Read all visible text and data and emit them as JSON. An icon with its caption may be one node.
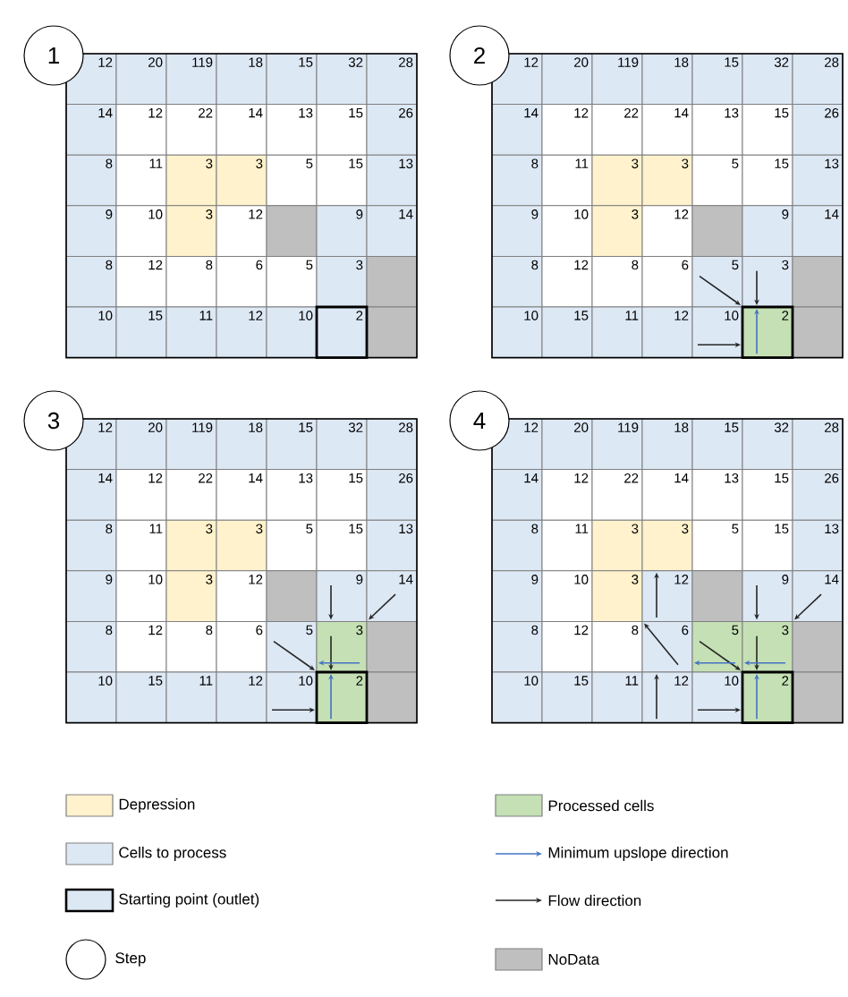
{
  "diagram": {
    "nodes": [
      {
        "text": [
          "1"
        ]
      },
      {
        "text": [
          "12"
        ]
      },
      {
        "text": [
          "20"
        ]
      },
      {
        "text": [
          "119"
        ]
      },
      {
        "text": [
          "18"
        ]
      },
      {
        "text": [
          "15"
        ]
      },
      {
        "text": [
          "32"
        ]
      },
      {
        "text": [
          "28"
        ]
      },
      {
        "text": [
          "14"
        ]
      },
      {
        "text": [
          "12"
        ]
      },
      {
        "text": [
          "22"
        ]
      },
      {
        "text": [
          "14"
        ]
      },
      {
        "text": [
          "13"
        ]
      },
      {
        "text": [
          "15"
        ]
      },
      {
        "text": [
          "26"
        ]
      },
      {
        "text": [
          "8"
        ]
      },
      {
        "text": [
          "11"
        ]
      },
      {
        "text": [
          "3"
        ]
      },
      {
        "text": [
          "3"
        ]
      },
      {
        "text": [
          "5"
        ]
      },
      {
        "text": [
          "15"
        ]
      },
      {
        "text": [
          "13"
        ]
      },
      {
        "text": [
          "9"
        ]
      },
      {
        "text": [
          "10"
        ]
      },
      {
        "text": [
          "3"
        ]
      },
      {
        "text": [
          "12"
        ]
      },
      {
        "text": [],
        "shape": "box"
      },
      {
        "text": [
          "9"
        ]
      },
      {
        "text": [
          "14"
        ]
      },
      {
        "text": [
          "8"
        ]
      },
      {
        "text": [
          "12"
        ]
      },
      {
        "text": [
          "8"
        ]
      },
      {
        "text": [
          "6"
        ]
      },
      {
        "text": [
          "5"
        ]
      },
      {
        "text": [
          "3"
        ]
      },
      {
        "text": [],
        "shape": "box"
      },
      {
        "text": [
          "10"
        ]
      },
      {
        "text": [
          "15"
        ]
      },
      {
        "text": [
          "11"
        ]
      },
      {
        "text": [
          "12"
        ]
      },
      {
        "text": [
          "10"
        ]
      },
      {
        "text": [
          "2"
        ]
      },
      {
        "text": [],
        "shape": "box"
      },
      {
        "text": [
          "2"
        ]
      },
      {
        "text": [
          "12"
        ]
      },
      {
        "text": [
          "20"
        ]
      },
      {
        "text": [
          "119"
        ]
      },
      {
        "text": [
          "18"
        ]
      },
      {
        "text": [
          "15"
        ]
      },
      {
        "text": [
          "32"
        ]
      },
      {
        "text": [
          "28"
        ]
      },
      {
        "text": [
          "14"
        ]
      },
      {
        "text": [
          "12"
        ]
      },
      {
        "text": [
          "22"
        ]
      },
      {
        "text": [
          "14"
        ]
      },
      {
        "text": [
          "13"
        ]
      },
      {
        "text": [
          "15"
        ]
      },
      {
        "text": [
          "26"
        ]
      },
      {
        "text": [
          "8"
        ]
      },
      {
        "text": [
          "11"
        ]
      },
      {
        "text": [
          "3"
        ]
      },
      {
        "text": [
          "3"
        ]
      },
      {
        "text": [
          "5"
        ]
      },
      {
        "text": [
          "15"
        ]
      },
      {
        "text": [
          "13"
        ]
      },
      {
        "text": [
          "9"
        ]
      },
      {
        "text": [
          "10"
        ]
      },
      {
        "text": [
          "3"
        ]
      },
      {
        "text": [
          "12"
        ]
      },
      {
        "text": [],
        "shape": "box"
      },
      {
        "text": [
          "9"
        ]
      },
      {
        "text": [
          "14"
        ]
      },
      {
        "text": [
          "8"
        ]
      },
      {
        "text": [
          "12"
        ]
      },
      {
        "text": [
          "8"
        ]
      },
      {
        "text": [
          "6"
        ]
      },
      {
        "text": [
          "5"
        ]
      },
      {
        "text": [
          "3"
        ]
      },
      {
        "text": [],
        "shape": "box"
      },
      {
        "text": [
          "10"
        ]
      },
      {
        "text": [
          "15"
        ]
      },
      {
        "text": [
          "11"
        ]
      },
      {
        "text": [
          "12"
        ]
      },
      {
        "text": [
          "10"
        ]
      },
      {
        "text": [
          "2"
        ]
      },
      {
        "text": [],
        "shape": "box"
      },
      {
        "text": [
          "3"
        ]
      },
      {
        "text": [
          "12"
        ]
      },
      {
        "text": [
          "20"
        ]
      },
      {
        "text": [
          "119"
        ]
      },
      {
        "text": [
          "18"
        ]
      },
      {
        "text": [
          "15"
        ]
      },
      {
        "text": [
          "32"
        ]
      },
      {
        "text": [
          "28"
        ]
      },
      {
        "text": [
          "14"
        ]
      },
      {
        "text": [
          "12"
        ]
      },
      {
        "text": [
          "22"
        ]
      },
      {
        "text": [
          "14"
        ]
      },
      {
        "text": [
          "13"
        ]
      },
      {
        "text": [
          "15"
        ]
      },
      {
        "text": [
          "26"
        ]
      },
      {
        "text": [
          "8"
        ]
      },
      {
        "text": [
          "11"
        ]
      },
      {
        "text": [
          "3"
        ]
      },
      {
        "text": [
          "3"
        ]
      },
      {
        "text": [
          "5"
        ]
      },
      {
        "text": [
          "15"
        ]
      },
      {
        "text": [
          "13"
        ]
      },
      {
        "text": [
          "9"
        ]
      },
      {
        "text": [
          "10"
        ]
      },
      {
        "text": [
          "3"
        ]
      },
      {
        "text": [
          "12"
        ]
      },
      {
        "text": [],
        "shape": "box"
      },
      {
        "text": [
          "9"
        ]
      },
      {
        "text": [
          "14"
        ]
      },
      {
        "text": [
          "8"
        ]
      },
      {
        "text": [
          "12"
        ]
      },
      {
        "text": [
          "8"
        ]
      },
      {
        "text": [
          "6"
        ]
      },
      {
        "text": [
          "5"
        ]
      },
      {
        "text": [
          "3"
        ]
      },
      {
        "text": [],
        "shape": "box"
      },
      {
        "text": [
          "10"
        ]
      },
      {
        "text": [
          "15"
        ]
      },
      {
        "text": [
          "11"
        ]
      },
      {
        "text": [
          "12"
        ]
      },
      {
        "text": [
          "10"
        ]
      },
      {
        "text": [
          "2"
        ]
      },
      {
        "text": [],
        "shape": "box"
      },
      {
        "text": [
          "4"
        ]
      },
      {
        "text": [
          "12"
        ]
      },
      {
        "text": [
          "20"
        ]
      },
      {
        "text": [
          "119"
        ]
      },
      {
        "text": [
          "18"
        ]
      },
      {
        "text": [
          "15"
        ]
      },
      {
        "text": [
          "32"
        ]
      },
      {
        "text": [
          "28"
        ]
      },
      {
        "text": [
          "14"
        ]
      },
      {
        "text": [
          "12"
        ]
      },
      {
        "text": [
          "22"
        ]
      },
      {
        "text": [
          "14"
        ]
      },
      {
        "text": [
          "13"
        ]
      },
      {
        "text": [
          "15"
        ]
      },
      {
        "text": [
          "26"
        ]
      },
      {
        "text": [
          "8"
        ]
      },
      {
        "text": [
          "11"
        ]
      },
      {
        "text": [
          "3"
        ]
      },
      {
        "text": [
          "3"
        ]
      },
      {
        "text": [
          "5"
        ]
      },
      {
        "text": [
          "15"
        ]
      },
      {
        "text": [
          "13"
        ]
      },
      {
        "text": [
          "9"
        ]
      },
      {
        "text": [
          "10"
        ]
      },
      {
        "text": [
          "3"
        ]
      },
      {
        "text": [
          "12"
        ]
      },
      {
        "text": [],
        "shape": "box"
      },
      {
        "text": [
          "9"
        ]
      },
      {
        "text": [
          "14"
        ]
      },
      {
        "text": [
          "8"
        ]
      },
      {
        "text": [
          "12"
        ]
      },
      {
        "text": [
          "8"
        ]
      },
      {
        "text": [
          "6"
        ]
      },
      {
        "text": [
          "5"
        ]
      },
      {
        "text": [
          "3"
        ]
      },
      {
        "text": [],
        "shape": "box"
      },
      {
        "text": [
          "10"
        ]
      },
      {
        "text": [
          "15"
        ]
      },
      {
        "text": [
          "11"
        ]
      },
      {
        "text": [
          "12"
        ]
      },
      {
        "text": [
          "10"
        ]
      },
      {
        "text": [
          "2"
        ]
      },
      {
        "text": [],
        "shape": "box"
      }
    ],
    "edges": [
      {
        "from": 76,
        "to": 84,
        "arrow": "to"
      },
      {
        "from": 77,
        "to": 84,
        "arrow": "to"
      },
      {
        "from": 83,
        "to": 84,
        "arrow": "to"
      },
      {
        "from": 84,
        "to": 77,
        "arrow": "to",
        "color": "#4472c4"
      },
      {
        "from": 113,
        "to": 120,
        "arrow": "to"
      },
      {
        "from": 114,
        "to": 120,
        "arrow": "to"
      },
      {
        "from": 119,
        "to": 127,
        "arrow": "to"
      },
      {
        "from": 120,
        "to": 127,
        "arrow": "to"
      },
      {
        "from": 126,
        "to": 127,
        "arrow": "to"
      },
      {
        "from": 127,
        "to": 120,
        "arrow": "to",
        "color": "#4472c4"
      },
      {
        "from": 120,
        "to": 119,
        "arrow": "to",
        "color": "#4472c4"
      },
      {
        "from": 154,
        "to": 147,
        "arrow": "to"
      },
      {
        "from": 156,
        "to": 163,
        "arrow": "to"
      },
      {
        "from": 157,
        "to": 163,
        "arrow": "to"
      },
      {
        "from": 161,
        "to": 153,
        "arrow": "to"
      },
      {
        "from": 162,
        "to": 170,
        "arrow": "to"
      },
      {
        "from": 163,
        "to": 170,
        "arrow": "to"
      },
      {
        "from": 168,
        "to": 161,
        "arrow": "to"
      },
      {
        "from": 169,
        "to": 170,
        "arrow": "to"
      },
      {
        "from": 170,
        "to": 163,
        "arrow": "to",
        "color": "#4472c4"
      },
      {
        "from": 163,
        "to": 162,
        "arrow": "to",
        "color": "#4472c4"
      },
      {
        "from": 162,
        "to": 161,
        "arrow": "to",
        "color": "#4472c4"
      }
    ],
    "legend": [
      {
        "text": "Depression",
        "color": "#fff2cc"
      },
      {
        "text": "Processed cells",
        "color": "#c5e0b4"
      },
      {
        "text": "Cells to process",
        "color": "#dde8f5"
      },
      {
        "text": "Minimum upslope direction"
      },
      {
        "text": "Starting point (outlet)"
      },
      {
        "text": "Flow direction"
      },
      {
        "text": "Step"
      },
      {
        "text": "NoData",
        "color": "#bfbfbf"
      }
    ]
  }
}
